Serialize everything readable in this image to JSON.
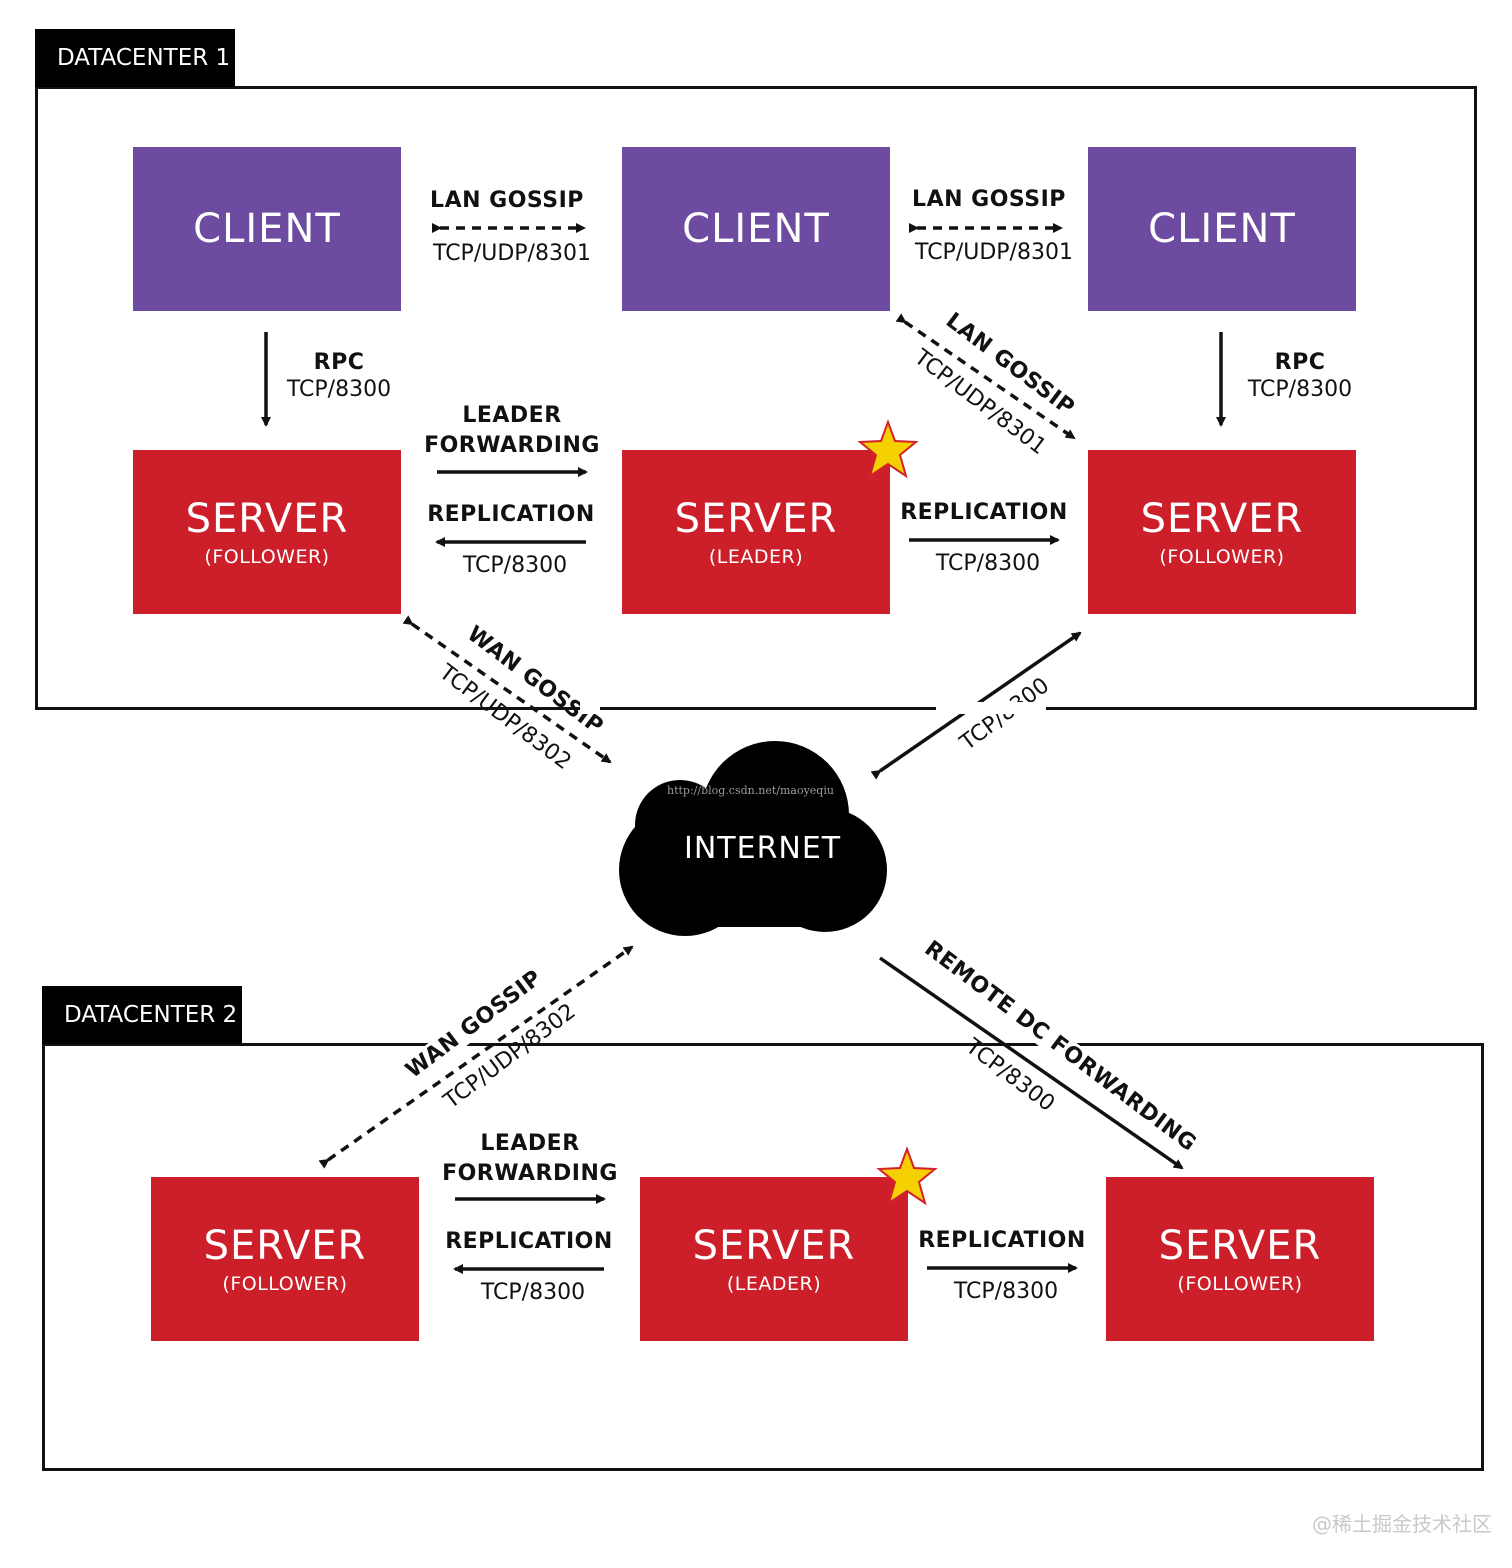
{
  "datacenter1": {
    "tab_label": "DATACENTER 1",
    "clients": [
      {
        "title": "CLIENT"
      },
      {
        "title": "CLIENT"
      },
      {
        "title": "CLIENT"
      }
    ],
    "servers": [
      {
        "title": "SERVER",
        "role": "(FOLLOWER)"
      },
      {
        "title": "SERVER",
        "role": "(LEADER)"
      },
      {
        "title": "SERVER",
        "role": "(FOLLOWER)"
      }
    ],
    "lan_gossip_1": {
      "title": "LAN GOSSIP",
      "port": "TCP/UDP/8301"
    },
    "lan_gossip_2": {
      "title": "LAN GOSSIP",
      "port": "TCP/UDP/8301"
    },
    "lan_gossip_diag": {
      "title": "LAN GOSSIP",
      "port": "TCP/UDP/8301"
    },
    "rpc_left": {
      "title": "RPC",
      "port": "TCP/8300"
    },
    "rpc_right": {
      "title": "RPC",
      "port": "TCP/8300"
    },
    "leader_forwarding": {
      "line1": "LEADER",
      "line2": "FORWARDING"
    },
    "replication_left": {
      "title": "REPLICATION",
      "port": "TCP/8300"
    },
    "replication_right": {
      "title": "REPLICATION",
      "port": "TCP/8300"
    },
    "wan_gossip": {
      "title": "WAN GOSSIP",
      "port": "TCP/UDP/8302"
    },
    "tcp_internet": {
      "port": "TCP/8300"
    }
  },
  "internet": {
    "label": "INTERNET",
    "url_mark": "http://blog.csdn.net/maoyeqiu"
  },
  "datacenter2": {
    "tab_label": "DATACENTER 2",
    "servers": [
      {
        "title": "SERVER",
        "role": "(FOLLOWER)"
      },
      {
        "title": "SERVER",
        "role": "(LEADER)"
      },
      {
        "title": "SERVER",
        "role": "(FOLLOWER)"
      }
    ],
    "leader_forwarding": {
      "line1": "LEADER",
      "line2": "FORWARDING"
    },
    "replication_left": {
      "title": "REPLICATION",
      "port": "TCP/8300"
    },
    "replication_right": {
      "title": "REPLICATION",
      "port": "TCP/8300"
    },
    "wan_gossip": {
      "title": "WAN GOSSIP",
      "port": "TCP/UDP/8302"
    },
    "remote_dc": {
      "title": "REMOTE DC FORWARDING",
      "port": "TCP/8300"
    }
  },
  "watermark": "@稀土掘金技术社区",
  "colors": {
    "client": "#6c4ba0",
    "server": "#cd1f2a",
    "star": "#f5d000",
    "star_outline": "#d4202a",
    "ink": "#111111"
  },
  "icons": [
    "leader-star-icon",
    "cloud-icon"
  ]
}
